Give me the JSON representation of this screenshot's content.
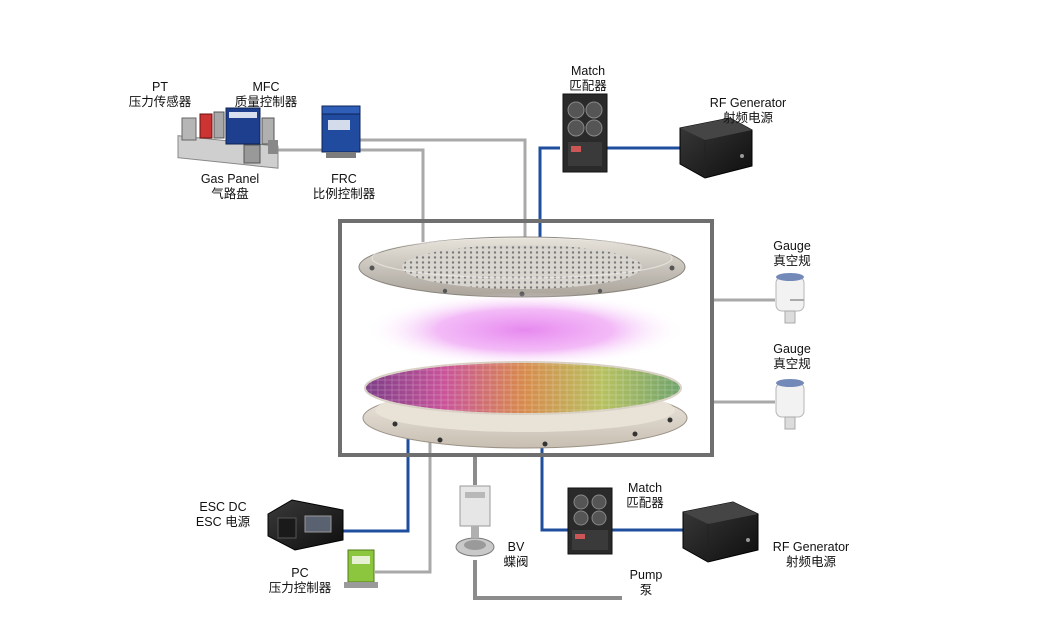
{
  "diagram": {
    "components": {
      "pt": {
        "line1": "PT",
        "line2": "压力传感器"
      },
      "mfc": {
        "line1": "MFC",
        "line2": "质量控制器"
      },
      "gas_panel": {
        "line1": "Gas Panel",
        "line2": "气路盘"
      },
      "frc": {
        "line1": "FRC",
        "line2": "比例控制器"
      },
      "match_top": {
        "line1": "Match",
        "line2": "匹配器"
      },
      "rf_top": {
        "line1": "RF Generator",
        "line2": "射频电源"
      },
      "gauge_1": {
        "line1": "Gauge",
        "line2": "真空规"
      },
      "gauge_2": {
        "line1": "Gauge",
        "line2": "真空规"
      },
      "esc": {
        "line1": "ESC DC",
        "line2": "ESC 电源"
      },
      "pc": {
        "line1": "PC",
        "line2": "压力控制器"
      },
      "bv": {
        "line1": "BV",
        "line2": "蝶阀"
      },
      "match_bottom": {
        "line1": "Match",
        "line2": "匹配器"
      },
      "rf_bottom": {
        "line1": "RF Generator",
        "line2": "射频电源"
      },
      "pump": {
        "line1": "Pump",
        "line2": "泵"
      }
    },
    "colors": {
      "gas_line": "#a9a9a9",
      "rf_line": "#1f4f9c",
      "chamber_border": "#6f6f6f",
      "plasma": "#e07be8",
      "pump_line": "#8c8c8c"
    },
    "icons": [
      "gas-panel-icon",
      "frc-icon",
      "match-icon",
      "rf-generator-icon",
      "gauge-icon",
      "esc-power-icon",
      "pressure-controller-icon",
      "butterfly-valve-icon",
      "showerhead-icon",
      "wafer-icon",
      "chuck-icon"
    ]
  }
}
